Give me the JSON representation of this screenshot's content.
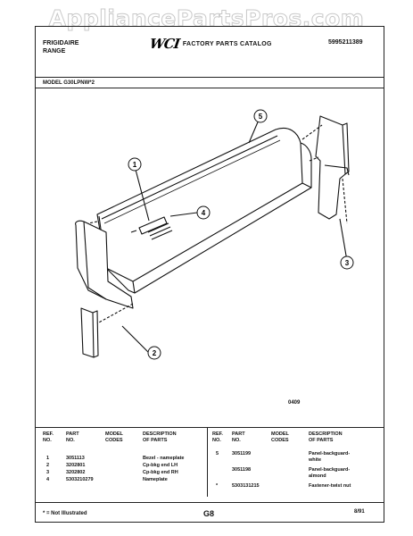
{
  "watermark": "AppliancePartsPros.com",
  "header": {
    "brand_line1": "FRIGIDAIRE",
    "brand_line2": "RANGE",
    "logo": "WCI",
    "catalog": "FACTORY PARTS CATALOG",
    "catalog_number": "5995211389"
  },
  "model": "MODEL G30LPNW*2",
  "diagram": {
    "callouts": [
      "1",
      "2",
      "3",
      "4",
      "5"
    ],
    "code": "0409"
  },
  "table": {
    "headers": {
      "ref_no": [
        "REF.",
        "NO."
      ],
      "part_no": [
        "PART",
        "NO."
      ],
      "model_codes": [
        "MODEL",
        "CODES"
      ],
      "description": [
        "DESCRIPTION",
        "OF PARTS"
      ]
    },
    "left_rows": [
      {
        "ref": "1",
        "part": "3051113",
        "desc": "Bezel - nameplate"
      },
      {
        "ref": "2",
        "part": "3202801",
        "desc": "Cp-bkg end LH"
      },
      {
        "ref": "3",
        "part": "3202802",
        "desc": "Cp-bkg end RH"
      },
      {
        "ref": "4",
        "part": "5303210279",
        "desc": "Nameplate"
      }
    ],
    "right_rows": [
      {
        "ref": "5",
        "part": "3051199",
        "desc1": "Panel-backguard-",
        "desc2": "white"
      },
      {
        "ref": "",
        "part": "3051198",
        "desc1": "Panel-backguard-",
        "desc2": "almond"
      },
      {
        "ref": "*",
        "part": "5303131215",
        "desc1": "Fastener-twist nut",
        "desc2": ""
      }
    ]
  },
  "footer": {
    "note": "* = Not Illustrated",
    "page": "G8",
    "date": "8/91"
  }
}
